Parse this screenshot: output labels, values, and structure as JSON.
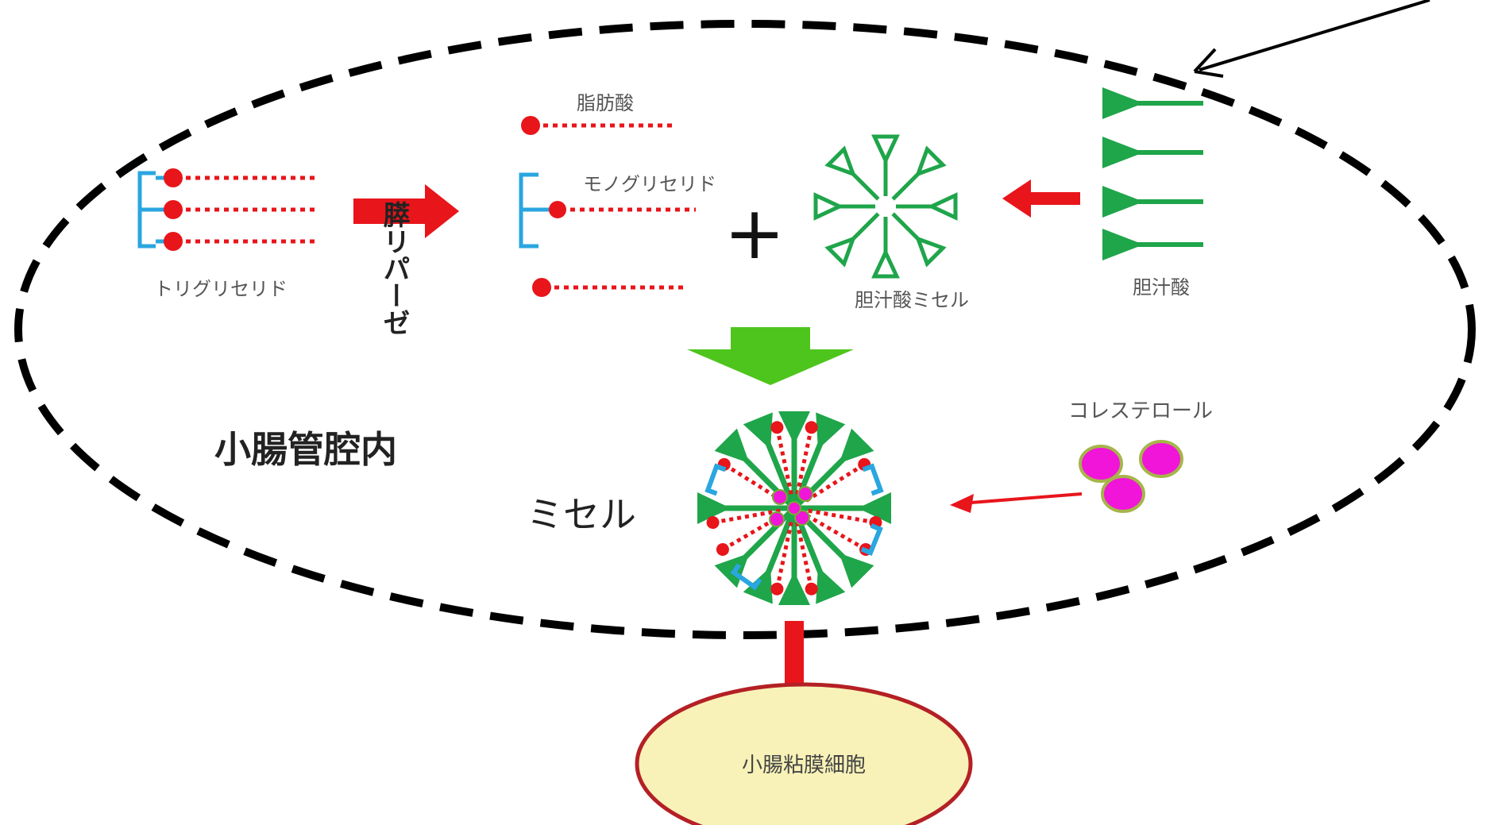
{
  "labels": {
    "triglyceride": "トリグリセリド",
    "lipase": "膵リパーゼ",
    "fatty_acid": "脂肪酸",
    "monoglyceride": "モノグリセリド",
    "plus": "+",
    "bile_acid_micelle": "胆汁酸ミセル",
    "bile_acid": "胆汁酸",
    "small_intestine_lumen": "小腸管腔内",
    "cholesterol": "コレステロール",
    "micelle": "ミセル",
    "mucosal_cell": "小腸粘膜細胞"
  },
  "colors": {
    "glycerol_blue": "#2aa6e0",
    "lipid_red": "#e8151b",
    "bile_green": "#1fa54a",
    "arrow_green": "#4ec51c",
    "cholesterol_magenta": "#f015d8",
    "cell_fill": "#f8f2b8",
    "cell_border": "#b42025",
    "dash_black": "#000000"
  }
}
